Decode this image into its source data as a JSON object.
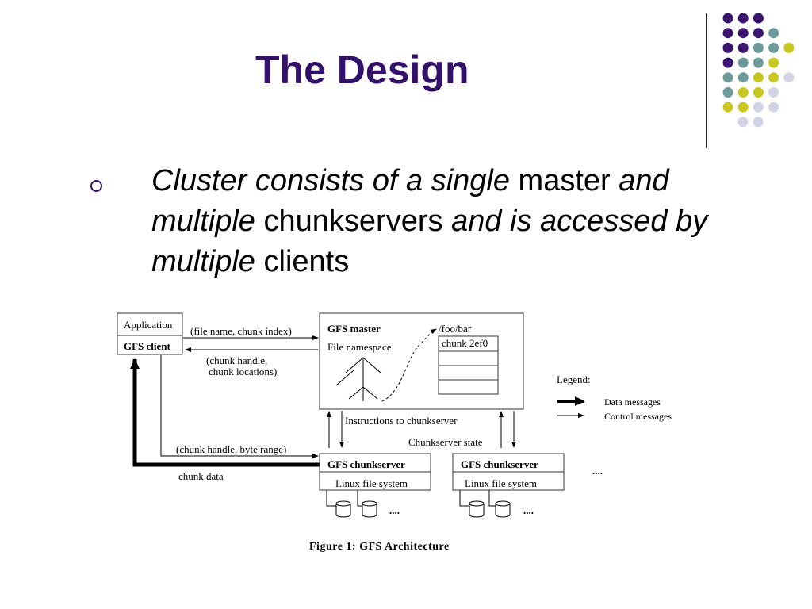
{
  "slide": {
    "title": "The Design",
    "bullet": {
      "seg1": "Cluster consists of a single",
      "seg2": "master",
      "seg3": "and multiple",
      "seg4": "chunkservers",
      "seg5": "and is accessed by multiple",
      "seg6": "clients"
    }
  },
  "colors": {
    "title": "#33106a",
    "dot_purple": "#3a1670",
    "dot_teal": "#6d9b9b",
    "dot_yellow": "#c8c820",
    "dot_lavender": "#d3d3e6"
  },
  "decoration": {
    "dot_rows": [
      [
        "purple",
        "purple",
        "purple"
      ],
      [
        "purple",
        "purple",
        "purple",
        "teal"
      ],
      [
        "purple",
        "purple",
        "teal",
        "teal",
        "yellow"
      ],
      [
        "purple",
        "teal",
        "teal",
        "yellow"
      ],
      [
        "teal",
        "teal",
        "yellow",
        "yellow",
        "lavender"
      ],
      [
        "teal",
        "yellow",
        "yellow",
        "lavender"
      ],
      [
        "yellow",
        "yellow",
        "lavender",
        "lavender"
      ],
      [
        "lavender",
        "lavender"
      ]
    ]
  },
  "diagram": {
    "application": "Application",
    "gfs_client": "GFS client",
    "req_label": "(file name, chunk index)",
    "resp_label_1": "(chunk handle,",
    "resp_label_2": "chunk locations)",
    "gfs_master": "GFS master",
    "file_namespace": "File namespace",
    "path": "/foo/bar",
    "chunk_id": "chunk 2ef0",
    "legend_title": "Legend:",
    "legend_data": "Data messages",
    "legend_control": "Control messages",
    "instructions": "Instructions to chunkserver",
    "chunkserver_state": "Chunkserver state",
    "byte_range": "(chunk handle, byte range)",
    "chunk_data": "chunk data",
    "chunkserver": "GFS chunkserver",
    "linux_fs": "Linux file system",
    "ellipsis": "....",
    "caption": "Figure 1: GFS Architecture"
  }
}
